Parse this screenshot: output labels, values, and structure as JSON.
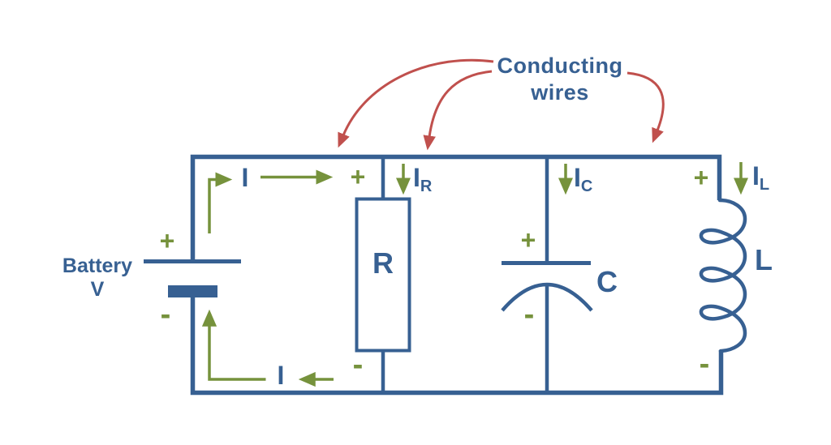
{
  "colors": {
    "wire_blue": "#376092",
    "text_blue": "#376092",
    "current_green": "#76923C",
    "annotation_red": "#C0504D",
    "background": "#FFFFFF",
    "resistor_fill": "#FFFFFF"
  },
  "annotation": {
    "line1": "Conducting",
    "line2": "wires"
  },
  "battery": {
    "label": "Battery",
    "value": "V",
    "plus": "+",
    "minus": "-"
  },
  "loop_current": {
    "top": "I",
    "bottom": "I"
  },
  "branches": {
    "resistor": {
      "label": "R",
      "plus": "+",
      "minus": "-",
      "current_main": "I",
      "current_sub": "R"
    },
    "capacitor": {
      "label": "C",
      "plus": "+",
      "minus": "-",
      "current_main": "I",
      "current_sub": "C"
    },
    "inductor": {
      "label": "L",
      "plus": "+",
      "minus": "-",
      "current_main": "I",
      "current_sub": "L"
    }
  }
}
